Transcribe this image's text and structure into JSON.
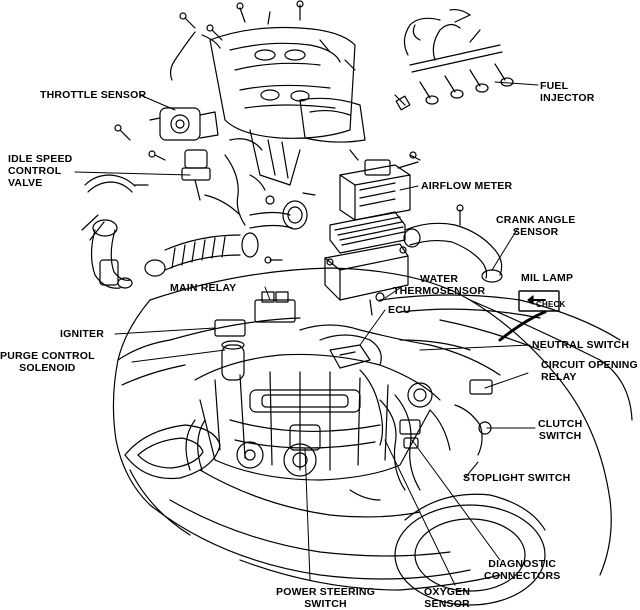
{
  "labels": {
    "throttle_sensor": "THROTTLE SENSOR",
    "idle_speed_control_valve_1": "IDLE SPEED",
    "idle_speed_control_valve_2": "CONTROL",
    "idle_speed_control_valve_3": "VALVE",
    "fuel_injector_1": "FUEL",
    "fuel_injector_2": "INJECTOR",
    "airflow_meter": "AIRFLOW METER",
    "crank_angle_sensor_1": "CRANK ANGLE",
    "crank_angle_sensor_2": "SENSOR",
    "water_thermosensor_1": "WATER",
    "water_thermosensor_2": "THERMOSENSOR",
    "mil_lamp": "MIL LAMP",
    "check": "CHECK",
    "main_relay": "MAIN RELAY",
    "ecu": "ECU",
    "igniter": "IGNITER",
    "neutral_switch": "NEUTRAL SWITCH",
    "purge_control_solenoid_1": "PURGE CONTROL",
    "purge_control_solenoid_2": "SOLENOID",
    "circuit_opening_relay_1": "CIRCUIT OPENING",
    "circuit_opening_relay_2": "RELAY",
    "clutch_switch_1": "CLUTCH",
    "clutch_switch_2": "SWITCH",
    "stoplight_switch": "STOPLIGHT SWITCH",
    "diagnostic_connectors_1": "DIAGNOSTIC",
    "diagnostic_connectors_2": "CONNECTORS",
    "power_steering_switch_1": "POWER STEERING",
    "power_steering_switch_2": "SWITCH",
    "oxygen_sensor_1": "OXYGEN",
    "oxygen_sensor_2": "SENSOR"
  },
  "colors": {
    "ink": "#000000",
    "paper": "#ffffff"
  }
}
